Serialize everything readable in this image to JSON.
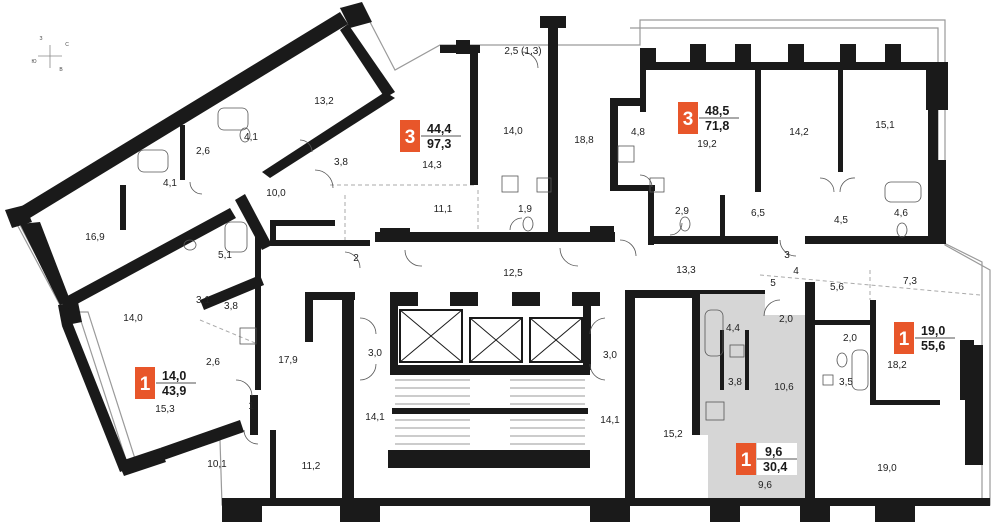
{
  "colors": {
    "wall": "#1a1a1a",
    "accent": "#e8562a",
    "highlight_fill": "#d6d6d6",
    "outline": "#9a9a9a",
    "dash": "#aaaaaa"
  },
  "compass": {
    "north": "З",
    "east": "С",
    "west": "Ю",
    "south": "В"
  },
  "rooms": [
    {
      "id": "r01",
      "label": "13,2"
    },
    {
      "id": "r02",
      "label": "4,1"
    },
    {
      "id": "r03",
      "label": "2,6"
    },
    {
      "id": "r04",
      "label": "4,1"
    },
    {
      "id": "r05",
      "label": "10,0"
    },
    {
      "id": "r06",
      "label": "3,8"
    },
    {
      "id": "r07",
      "label": "16,9"
    },
    {
      "id": "r08",
      "label": "2,5 (1,3)"
    },
    {
      "id": "r09",
      "label": "14,0"
    },
    {
      "id": "r10",
      "label": "14,3"
    },
    {
      "id": "r11",
      "label": "18,8"
    },
    {
      "id": "r12",
      "label": "11,1"
    },
    {
      "id": "r13",
      "label": "1,9"
    },
    {
      "id": "r14",
      "label": "4,8"
    },
    {
      "id": "r15",
      "label": "19,2"
    },
    {
      "id": "r16",
      "label": "14,2"
    },
    {
      "id": "r17",
      "label": "15,1"
    },
    {
      "id": "r18",
      "label": "2,9"
    },
    {
      "id": "r19",
      "label": "6,5"
    },
    {
      "id": "r20",
      "label": "4,5"
    },
    {
      "id": "r21",
      "label": "4,6"
    },
    {
      "id": "r22",
      "label": "5,1"
    },
    {
      "id": "r23",
      "label": "2"
    },
    {
      "id": "r24",
      "label": "12,5"
    },
    {
      "id": "r25",
      "label": "13,3"
    },
    {
      "id": "r26",
      "label": "3"
    },
    {
      "id": "r27",
      "label": "4"
    },
    {
      "id": "r28",
      "label": "5"
    },
    {
      "id": "r29",
      "label": "5,6"
    },
    {
      "id": "r30",
      "label": "7,3"
    },
    {
      "id": "r31",
      "label": "3,1"
    },
    {
      "id": "r32",
      "label": "3,8"
    },
    {
      "id": "r33",
      "label": "14,0"
    },
    {
      "id": "r34",
      "label": "2,0"
    },
    {
      "id": "r35",
      "label": "4,4"
    },
    {
      "id": "r36",
      "label": "2,0"
    },
    {
      "id": "r37",
      "label": "3,0"
    },
    {
      "id": "r38",
      "label": "3,0"
    },
    {
      "id": "r39",
      "label": "17,9"
    },
    {
      "id": "r40",
      "label": "2,6"
    },
    {
      "id": "r41",
      "label": "3,8"
    },
    {
      "id": "r42",
      "label": "10,6"
    },
    {
      "id": "r43",
      "label": "3,5"
    },
    {
      "id": "r44",
      "label": "18,2"
    },
    {
      "id": "r45",
      "label": "15,3"
    },
    {
      "id": "r46",
      "label": "1"
    },
    {
      "id": "r47",
      "label": "14,1"
    },
    {
      "id": "r48",
      "label": "14,1"
    },
    {
      "id": "r49",
      "label": "15,2"
    },
    {
      "id": "r50",
      "label": "10,1"
    },
    {
      "id": "r51",
      "label": "11,2"
    },
    {
      "id": "r52",
      "label": "9,6"
    },
    {
      "id": "r53",
      "label": "19,0"
    }
  ],
  "apartments": [
    {
      "id": "apt-3-a",
      "rooms": "3",
      "living": "44,4",
      "total": "97,3"
    },
    {
      "id": "apt-3-b",
      "rooms": "3",
      "living": "48,5",
      "total": "71,8"
    },
    {
      "id": "apt-1-a",
      "rooms": "1",
      "living": "19,0",
      "total": "55,6"
    },
    {
      "id": "apt-1-b",
      "rooms": "1",
      "living": "14,0",
      "total": "43,9"
    },
    {
      "id": "apt-1-c",
      "rooms": "1",
      "living": "9,6",
      "total": "30,4"
    }
  ]
}
